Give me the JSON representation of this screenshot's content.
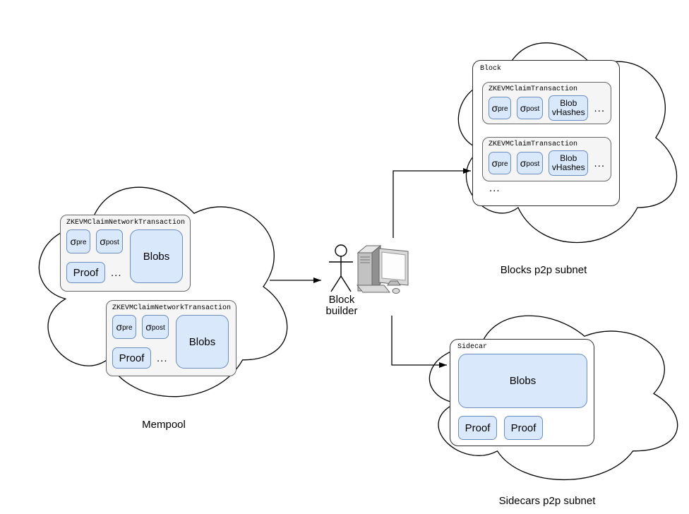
{
  "colors": {
    "chip_fill": "#dae8fc",
    "chip_border": "#6c8ebf",
    "group_fill": "#f5f5f5",
    "group_border": "#666666",
    "container_fill": "#ffffff",
    "outline": "#000000"
  },
  "mempool": {
    "caption": "Mempool",
    "transactions": [
      {
        "title": "ZKEVMClaimNetworkTransaction",
        "sigma_pre": {
          "base": "σ",
          "sub": "pre"
        },
        "sigma_post": {
          "base": "σ",
          "sub": "post"
        },
        "proof": "Proof",
        "ellipsis": "...",
        "blobs": "Blobs"
      },
      {
        "title": "ZKEVMClaimNetworkTransaction",
        "sigma_pre": {
          "base": "σ",
          "sub": "pre"
        },
        "sigma_post": {
          "base": "σ",
          "sub": "post"
        },
        "proof": "Proof",
        "ellipsis": "...",
        "blobs": "Blobs"
      }
    ]
  },
  "builder": {
    "caption_line1": "Block",
    "caption_line2": "builder"
  },
  "blocks_subnet": {
    "caption": "Blocks p2p subnet",
    "block": {
      "title": "Block",
      "ellipsis": "...",
      "transactions": [
        {
          "title": "ZKEVMClaimTransaction",
          "sigma_pre": {
            "base": "σ",
            "sub": "pre"
          },
          "sigma_post": {
            "base": "σ",
            "sub": "post"
          },
          "blob_vhashes": "Blob vHashes",
          "ellipsis": "..."
        },
        {
          "title": "ZKEVMClaimTransaction",
          "sigma_pre": {
            "base": "σ",
            "sub": "pre"
          },
          "sigma_post": {
            "base": "σ",
            "sub": "post"
          },
          "blob_vhashes": "Blob vHashes",
          "ellipsis": "..."
        }
      ]
    }
  },
  "sidecars_subnet": {
    "caption": "Sidecars p2p subnet",
    "sidecar": {
      "title": "Sidecar",
      "blobs": "Blobs",
      "proofs": [
        "Proof",
        "Proof"
      ]
    }
  }
}
